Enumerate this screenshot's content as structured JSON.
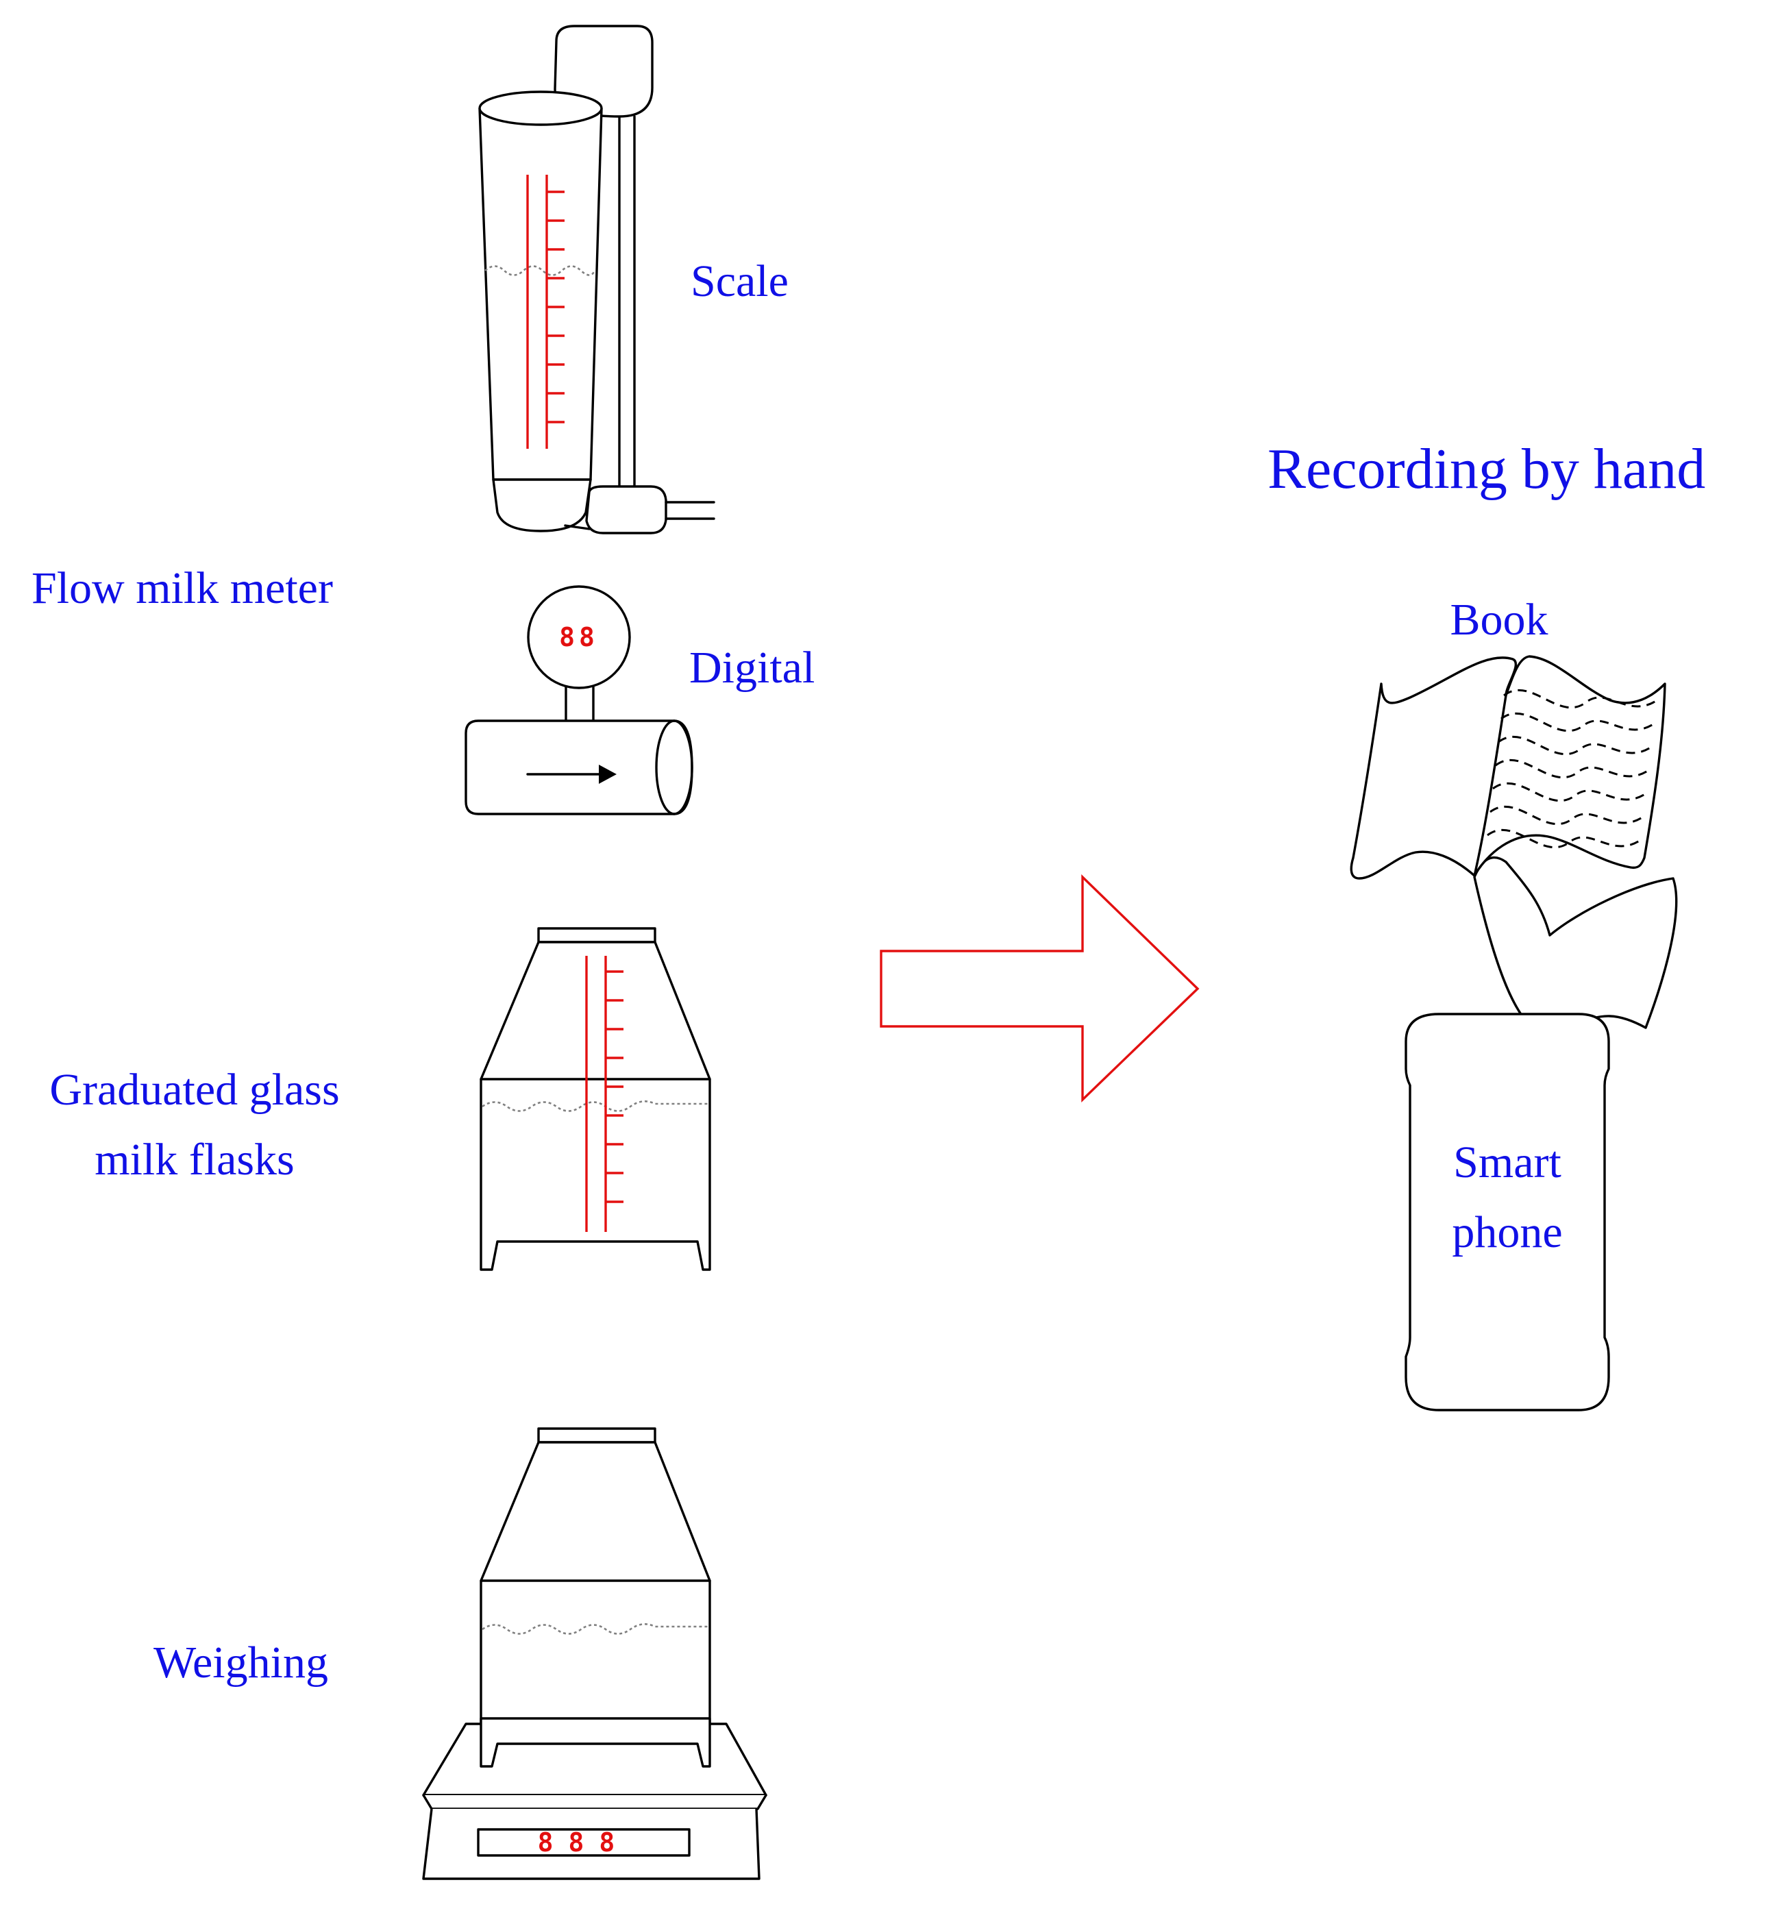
{
  "labels": {
    "flow_meter": "Flow milk meter",
    "scale": "Scale",
    "digital": "Digital",
    "glass_line1": "Graduated glass",
    "glass_line2": "milk flasks",
    "weighing": "Weighing",
    "recording": "Recording by hand",
    "book": "Book",
    "phone_line1": "Smart",
    "phone_line2": "phone"
  },
  "displays": {
    "digital_meter": "88",
    "weighing_scale": "888"
  },
  "icons": {
    "scale_meter": "graduated-cylinder-meter-icon",
    "digital_meter": "digital-flow-meter-icon",
    "glass_flask": "graduated-glass-flask-icon",
    "weighing": "weighing-scale-icon",
    "arrow": "right-arrow-icon",
    "book": "open-book-icon",
    "phone": "smartphone-icon"
  },
  "colors": {
    "label_text": "#1010e6",
    "accent_red": "#e31010",
    "outline": "#000000",
    "milk_level": "#808080"
  }
}
